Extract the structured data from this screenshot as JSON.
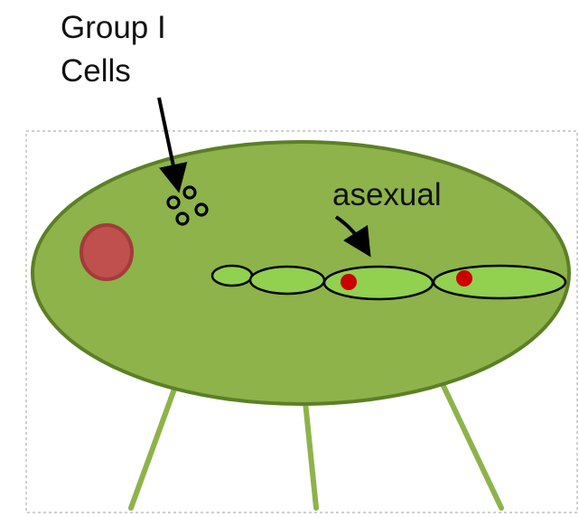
{
  "labels": {
    "group_line1": "Group I",
    "group_line2": "Cells",
    "asexual": "asexual"
  },
  "colors": {
    "body_fill": "#8db34a",
    "body_stroke": "#5c7f27",
    "leg": "#8db34a",
    "chain_fill": "#92d050",
    "nucleus_fill": "#c0504d",
    "nucleus_stroke": "#a33b3b",
    "red_dot": "#cc0000",
    "outline": "#000000",
    "frame": "#b0b0b0"
  }
}
